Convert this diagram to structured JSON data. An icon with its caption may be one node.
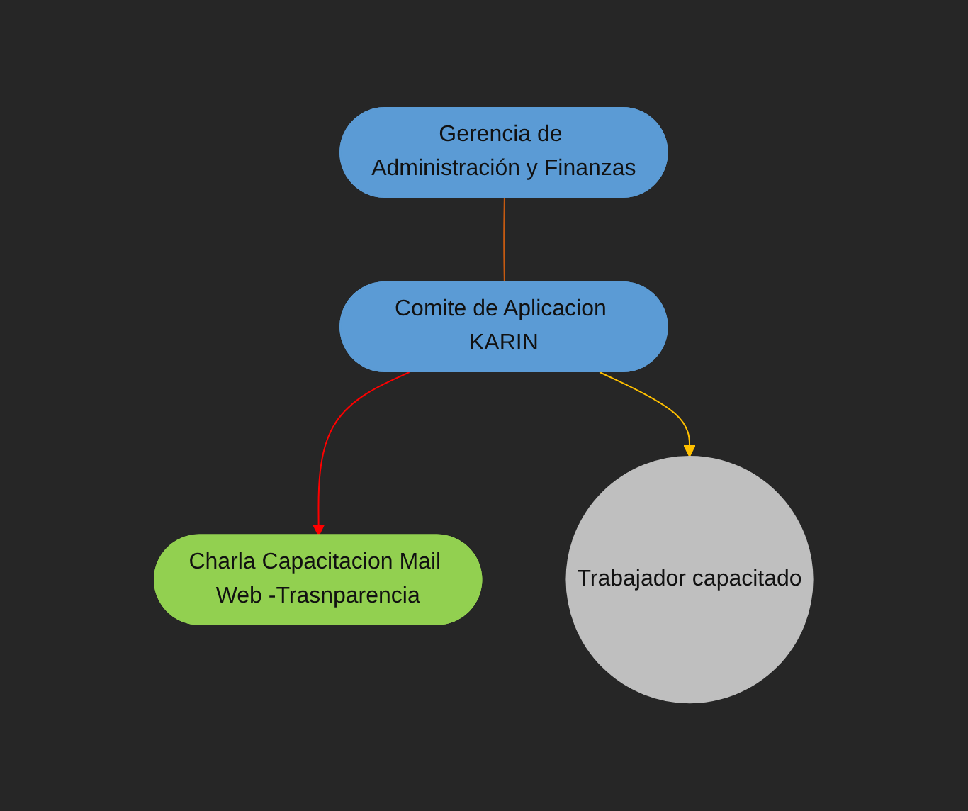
{
  "diagram": {
    "nodes": [
      {
        "text": [
          "Gerencia de Administración y Finanzas"
        ]
      },
      {
        "text": [
          "Comite de Aplicacion KARIN"
        ]
      },
      {
        "text": [
          "Charla Capacitacion Mail Web -Trasnparencia"
        ]
      },
      {
        "text": [
          "Trabajador capacitado"
        ]
      }
    ],
    "edges": [
      {
        "from": 0,
        "to": 1,
        "arrow": "none",
        "color": "#c55a11"
      },
      {
        "from": 1,
        "to": 2,
        "arrow": "to",
        "color": "#ff0000"
      },
      {
        "from": 1,
        "to": 3,
        "arrow": "to",
        "color": "#ffc000"
      }
    ]
  }
}
